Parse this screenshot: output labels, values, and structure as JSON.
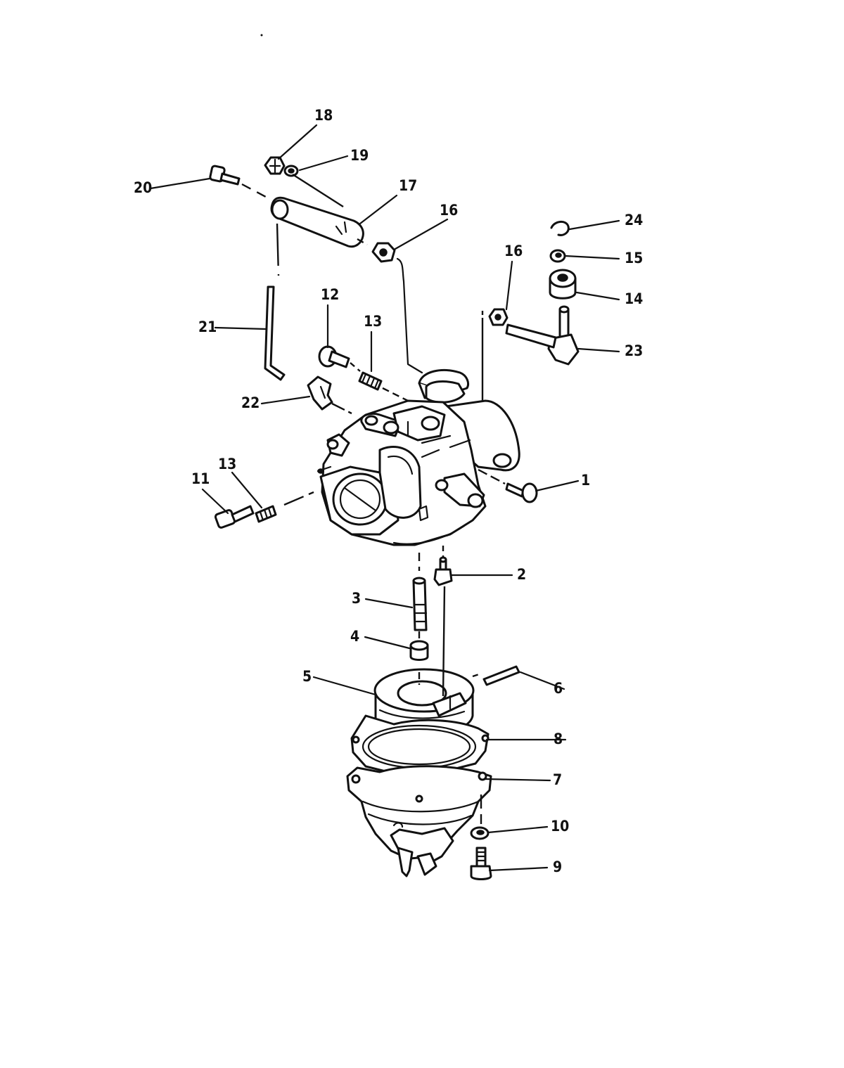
{
  "callouts": [
    {
      "id": "1",
      "text": "1"
    },
    {
      "id": "2",
      "text": "2"
    },
    {
      "id": "3",
      "text": "3"
    },
    {
      "id": "4",
      "text": "4"
    },
    {
      "id": "5",
      "text": "5"
    },
    {
      "id": "6",
      "text": "6"
    },
    {
      "id": "7",
      "text": "7"
    },
    {
      "id": "8",
      "text": "8"
    },
    {
      "id": "9",
      "text": "9"
    },
    {
      "id": "10",
      "text": "10"
    },
    {
      "id": "11",
      "text": "11"
    },
    {
      "id": "12",
      "text": "12"
    },
    {
      "id": "13a",
      "text": "13"
    },
    {
      "id": "13b",
      "text": "13"
    },
    {
      "id": "14",
      "text": "14"
    },
    {
      "id": "15",
      "text": "15"
    },
    {
      "id": "16a",
      "text": "16"
    },
    {
      "id": "16b",
      "text": "16"
    },
    {
      "id": "17",
      "text": "17"
    },
    {
      "id": "18",
      "text": "18"
    },
    {
      "id": "19",
      "text": "19"
    },
    {
      "id": "20",
      "text": "20"
    },
    {
      "id": "21",
      "text": "21"
    },
    {
      "id": "22",
      "text": "22"
    },
    {
      "id": "23",
      "text": "23"
    },
    {
      "id": "24",
      "text": "24"
    }
  ]
}
